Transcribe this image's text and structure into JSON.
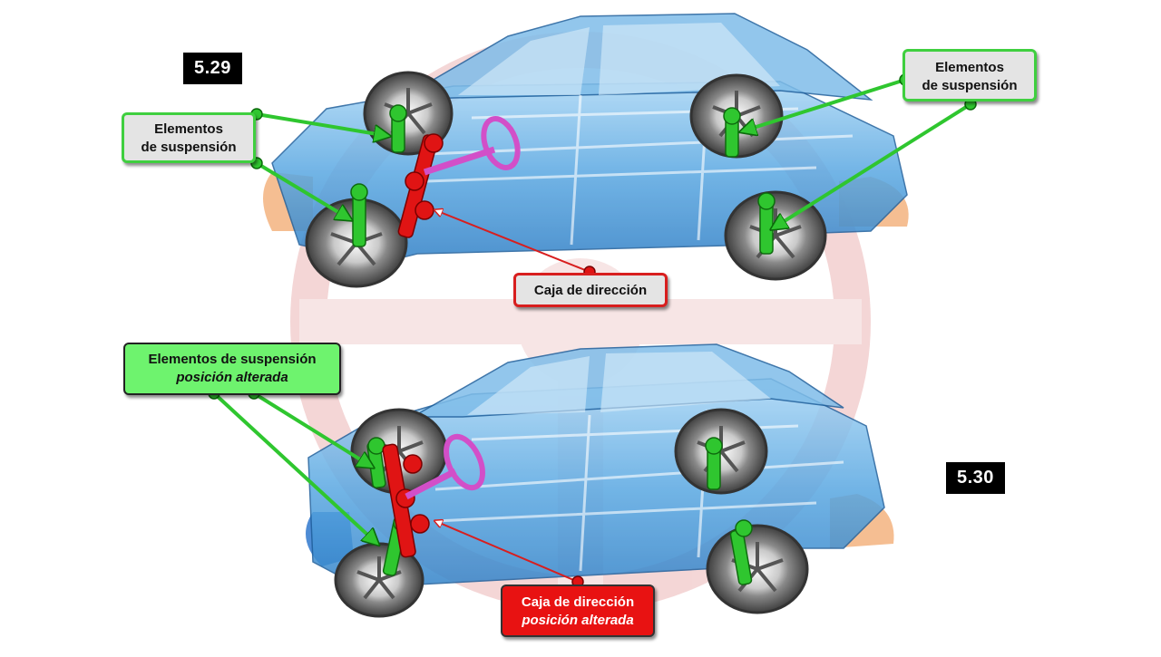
{
  "figures": {
    "top": {
      "number": "5.29"
    },
    "bottom": {
      "number": "5.30"
    }
  },
  "labels": {
    "top_left_suspension": {
      "line1": "Elementos",
      "line2": "de suspensión"
    },
    "top_right_suspension": {
      "line1": "Elementos",
      "line2": "de suspensión"
    },
    "top_steering_box": {
      "text": "Caja de dirección"
    },
    "bottom_suspension_altered": {
      "line1": "Elementos de suspensión",
      "line2": "posición alterada"
    },
    "bottom_steering_box_altered": {
      "line1": "Caja de dirección",
      "line2": "posición alterada"
    }
  },
  "colors": {
    "body_shell": "#3d8fd6",
    "body_shell_light": "#8cc5f0",
    "suspension": "#2fc62f",
    "steering": "#e01414",
    "steering_wheel": "#d24fc8",
    "tire": "#5a5a5a",
    "watermark": "#e9b7b7"
  }
}
